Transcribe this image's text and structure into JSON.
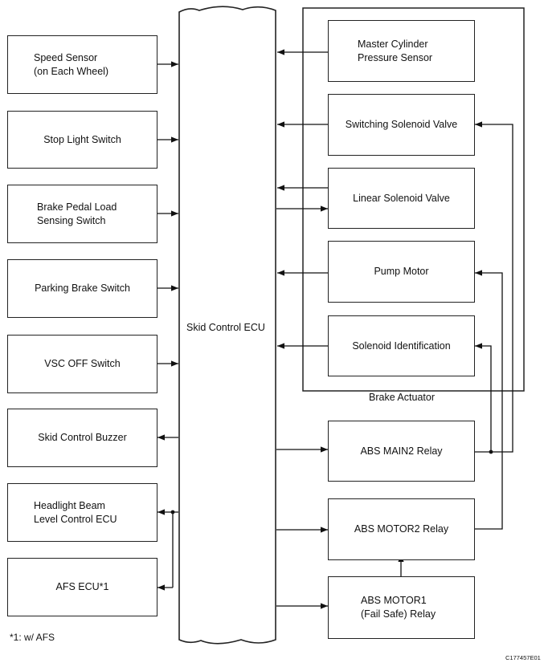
{
  "ecu": {
    "label": "Skid Control ECU"
  },
  "left_boxes": [
    {
      "id": "speed-sensor",
      "label": "Speed Sensor\n(on Each Wheel)"
    },
    {
      "id": "stop-light-switch",
      "label": "Stop Light Switch"
    },
    {
      "id": "brake-pedal-load-sensing-switch",
      "label": "Brake Pedal Load\nSensing Switch"
    },
    {
      "id": "parking-brake-switch",
      "label": "Parking Brake Switch"
    },
    {
      "id": "vsc-off-switch",
      "label": "VSC OFF Switch"
    },
    {
      "id": "skid-control-buzzer",
      "label": "Skid Control Buzzer"
    },
    {
      "id": "headlight-beam-level-control-ecu",
      "label": "Headlight Beam\nLevel Control ECU"
    },
    {
      "id": "afs-ecu",
      "label": "AFS ECU*1"
    }
  ],
  "actuator": {
    "label": "Brake Actuator",
    "boxes": [
      {
        "id": "master-cylinder-pressure-sensor",
        "label": "Master Cylinder\nPressure Sensor"
      },
      {
        "id": "switching-solenoid-valve",
        "label": "Switching Solenoid Valve"
      },
      {
        "id": "linear-solenoid-valve",
        "label": "Linear Solenoid Valve"
      },
      {
        "id": "pump-motor",
        "label": "Pump Motor"
      },
      {
        "id": "solenoid-identification",
        "label": "Solenoid Identification"
      }
    ]
  },
  "relays": [
    {
      "id": "abs-main2-relay",
      "label": "ABS MAIN2 Relay"
    },
    {
      "id": "abs-motor2-relay",
      "label": "ABS MOTOR2 Relay"
    },
    {
      "id": "abs-motor1-relay",
      "label": "ABS MOTOR1\n(Fail Safe) Relay"
    }
  ],
  "footnote": "*1: w/ AFS",
  "figure_code": "C177457E01"
}
